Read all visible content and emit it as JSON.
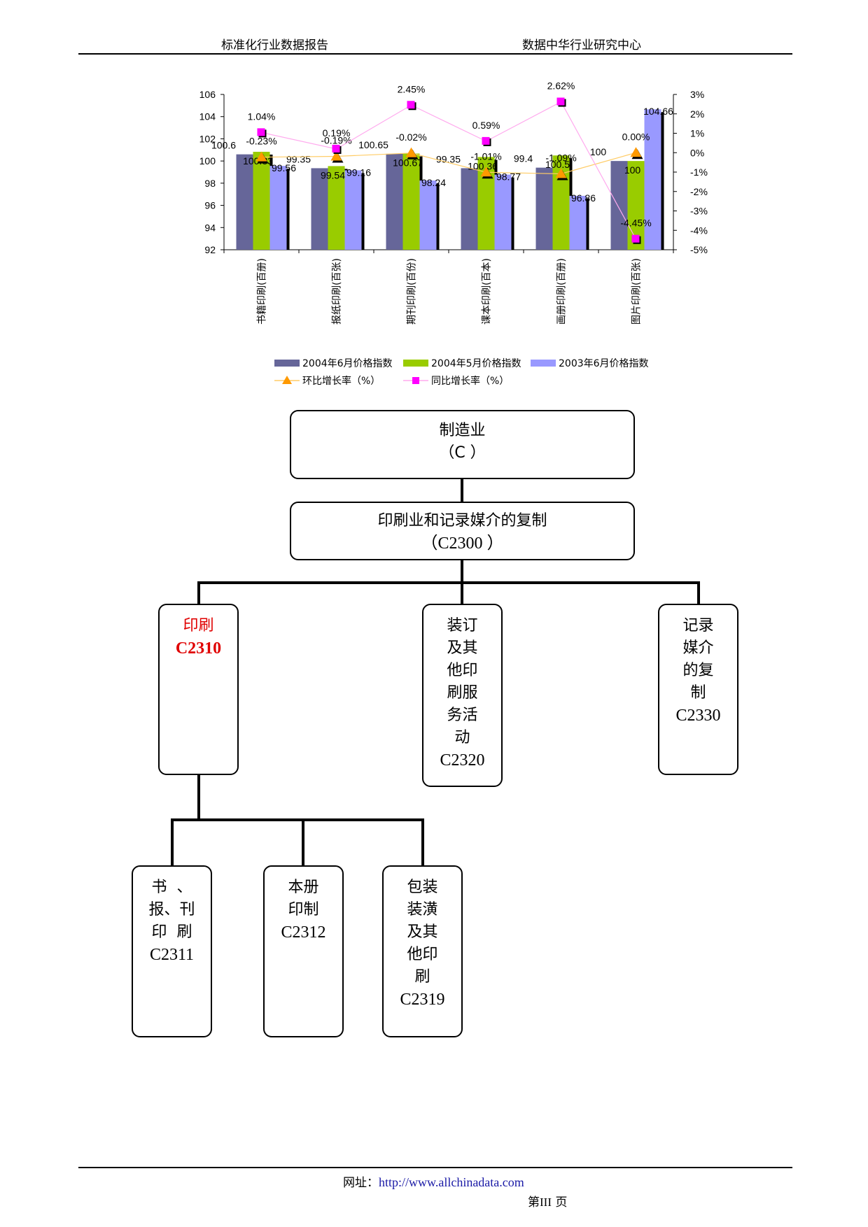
{
  "header": {
    "left": "标准化行业数据报告",
    "right": "数据中华行业研究中心"
  },
  "chart_data": {
    "type": "bar",
    "categories": [
      "书籍印刷(百册)",
      "报纸印刷(百张)",
      "期刊印刷(百份)",
      "课本印刷(百本)",
      "画册印刷(百册)",
      "图片印刷(百张)"
    ],
    "series": [
      {
        "name": "2004年6月价格指数",
        "axis": "left",
        "values": [
          100.6,
          99.35,
          100.65,
          99.35,
          99.4,
          100
        ],
        "color": "#666699"
      },
      {
        "name": "2004年5月价格指数",
        "axis": "left",
        "values": [
          100.83,
          99.54,
          100.67,
          100.36,
          100.5,
          100
        ],
        "color": "#99cc00"
      },
      {
        "name": "2003年6月价格指数",
        "axis": "left",
        "values": [
          99.56,
          99.16,
          98.24,
          98.77,
          96.86,
          104.66
        ],
        "color": "#9999ff"
      },
      {
        "name": "环比增长率（%）",
        "axis": "right",
        "type": "line",
        "values": [
          -0.23,
          -0.19,
          -0.02,
          -1.01,
          -1.09,
          0.0
        ],
        "labels": [
          "-0.23%",
          "-0.19%",
          "-0.02%",
          "-1.01%",
          "-1.09%",
          "0.00%"
        ],
        "color": "#ff9900"
      },
      {
        "name": "同比增长率（%）",
        "axis": "right",
        "type": "line",
        "values": [
          1.04,
          0.19,
          2.45,
          0.59,
          2.62,
          -4.45
        ],
        "labels": [
          "1.04%",
          "0.19%",
          "2.45%",
          "0.59%",
          "2.62%",
          "-4.45%"
        ],
        "color": "#ff00ff"
      }
    ],
    "ylim": [
      92,
      106
    ],
    "yticks": [
      "92",
      "94",
      "96",
      "98",
      "100",
      "102",
      "104",
      "106"
    ],
    "y2lim": [
      -5,
      3
    ],
    "y2ticks": [
      "-5%",
      "-4%",
      "-3%",
      "-2%",
      "-1%",
      "0%",
      "1%",
      "2%",
      "3%"
    ],
    "legend_position": "bottom"
  },
  "org_chart": {
    "root": {
      "title": "制造业",
      "code": "（C ）"
    },
    "level1": {
      "title": "印刷业和记录媒介的复制",
      "code": "（C2300 ）"
    },
    "level2": [
      {
        "lines": [
          "印刷"
        ],
        "code": "C2310"
      },
      {
        "lines": [
          "装订",
          "及其",
          "他印",
          "刷服",
          "务活",
          "动"
        ],
        "code": "C2320"
      },
      {
        "lines": [
          "记录",
          "媒介",
          "的复",
          "制"
        ],
        "code": "C2330"
      }
    ],
    "level3": [
      {
        "lines": [
          "书  、",
          "报、刊",
          "印  刷"
        ],
        "code": "C2311"
      },
      {
        "lines": [
          "本册",
          "印制"
        ],
        "code": "C2312"
      },
      {
        "lines": [
          "包装",
          "装潢",
          "及其",
          "他印",
          "刷"
        ],
        "code": "C2319"
      }
    ]
  },
  "footer": {
    "site_label": "网址：",
    "site_url": "http://www.allchinadata.com",
    "page_prefix": "第",
    "page_number": "III",
    "page_suffix": " 页"
  }
}
